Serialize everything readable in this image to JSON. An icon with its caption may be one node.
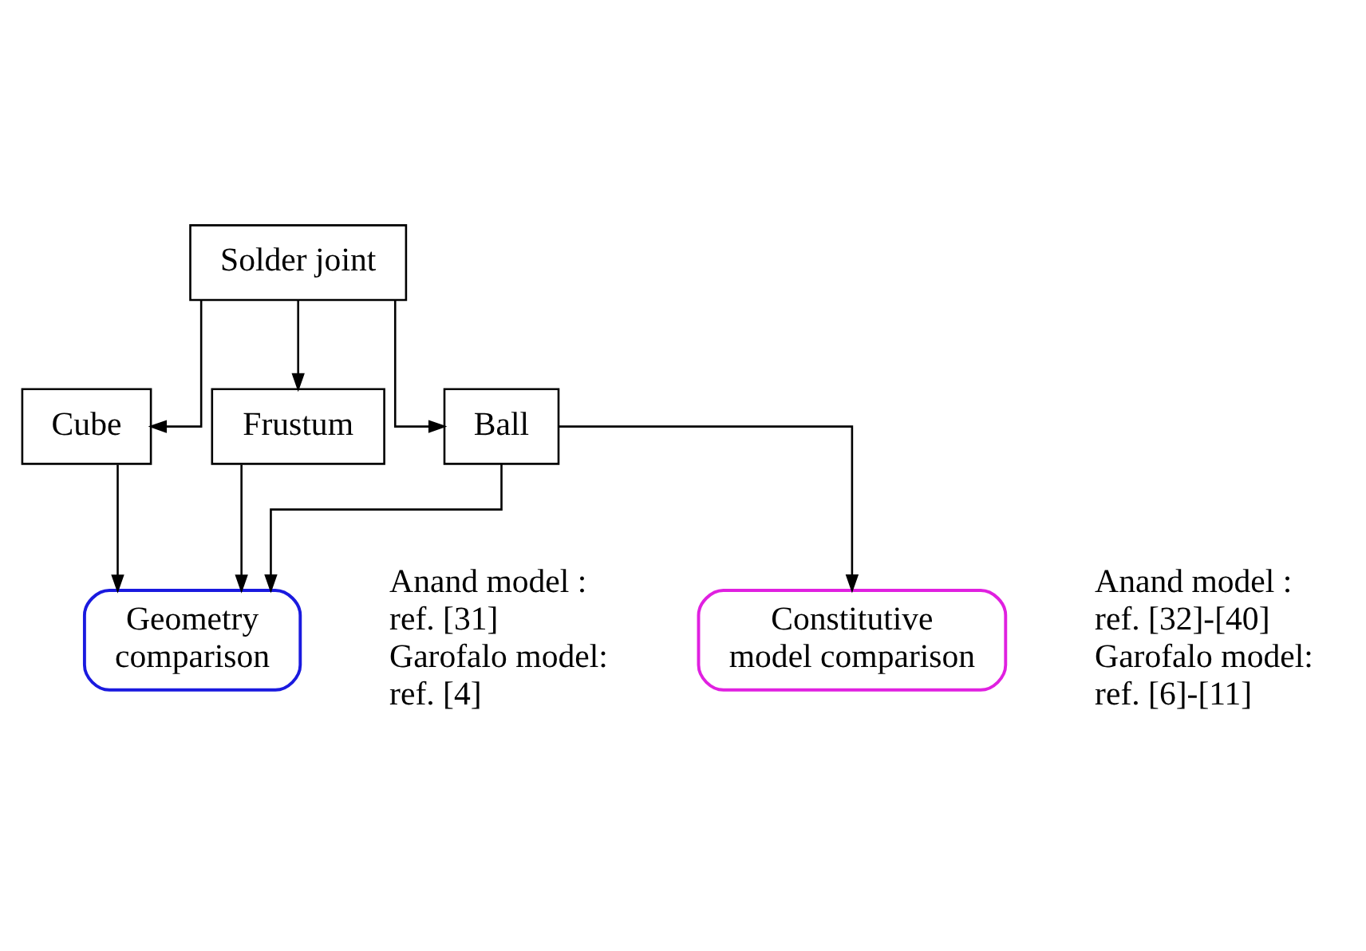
{
  "diagram": {
    "nodes": [
      {
        "text": [
          "Solder joint"
        ]
      },
      {
        "text": [
          "Ball"
        ]
      },
      {
        "text": [
          "Cube"
        ]
      },
      {
        "text": [
          "Frustum"
        ]
      },
      {
        "text": [
          "Geometry comparison"
        ],
        "beside": [
          "Anand model : ref. [31]",
          "Garofalo model: ref. [4]"
        ]
      },
      {
        "text": [
          "Constitutive model comparison"
        ],
        "beside": [
          "Anand model : ref. [32]-[40]",
          "Garofalo model: ref. [6]-[11]"
        ]
      }
    ],
    "edges": [
      {
        "from": 0,
        "to": 1,
        "arrow": "to"
      },
      {
        "from": 0,
        "to": 2,
        "arrow": "to"
      },
      {
        "from": 0,
        "to": 3,
        "arrow": "to"
      },
      {
        "from": 1,
        "to": 4,
        "arrow": "to"
      },
      {
        "from": 2,
        "to": 4,
        "arrow": "to"
      },
      {
        "from": 3,
        "to": 4,
        "arrow": "to"
      },
      {
        "from": 1,
        "to": 5,
        "arrow": "to"
      }
    ]
  }
}
